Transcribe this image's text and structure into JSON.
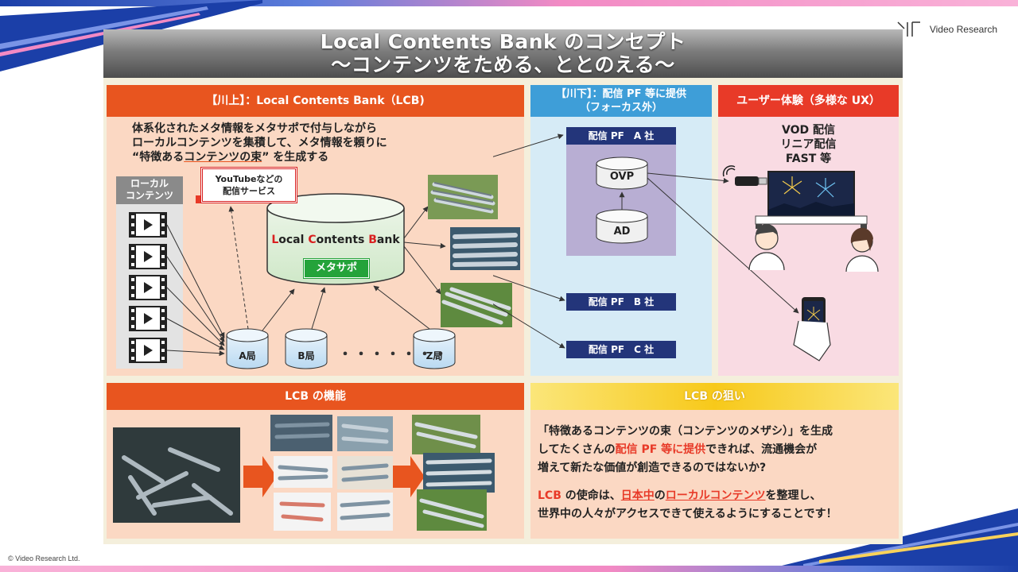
{
  "slide": {
    "title_line1": "Local Contents Bank のコンセプト",
    "title_line2": "～コンテンツをためる、ととのえる～"
  },
  "logo": {
    "text": "Video Research"
  },
  "copyright": "© Video Research Ltd.",
  "upstream": {
    "header": "【川上】：Local Contents Bank（LCB)",
    "desc_line1": "体系化されたメタ情報をメタサポで付与しながら",
    "desc_line2": "ローカルコンテンツを集積して、メタ情報を頼りに",
    "desc_line3_pre": "“特徴ある",
    "desc_line3_em": "コンテンツの束",
    "desc_line3_post": "” を生成する",
    "local_head": "ローカル\nコンテンツ",
    "yt_box": "YouTubeなどの\n配信サービス",
    "lcb_L": "L",
    "lcb_ocal": "ocal ",
    "lcb_C": "C",
    "lcb_ontents": "ontents ",
    "lcb_B": "B",
    "lcb_ank": "ank",
    "metasapo": "メタサポ",
    "stations": [
      "A局",
      "B局",
      "Z局"
    ],
    "dots": "・・・・・・・"
  },
  "downstream": {
    "header": "【川下】：配信 PF 等に提供\n（フォーカス外）",
    "pf_a": "配信 PF　A 社",
    "pf_b": "配信 PF　B 社",
    "pf_c": "配信 PF　C 社",
    "ovp": "OVP",
    "ad": "AD"
  },
  "ux": {
    "header": "ユーザー体験（多様な UX）",
    "line1": "VOD 配信",
    "line2": "リニア配信",
    "line3": "FAST 等"
  },
  "function": {
    "header": "LCB の機能"
  },
  "goal": {
    "header": "LCB の狙い",
    "l1": "「特徴あるコンテンツの束（コンテンツのメザシ）」を生成",
    "l2_pre": "してたくさんの",
    "l2_red": "配信 PF 等に提供",
    "l2_post": "できれば、流通機会が",
    "l3": "増えて新たな価値が創造できるのではないか?",
    "l4_a": "LCB",
    "l4_b": " の使命は、",
    "l4_c": "日本中",
    "l4_d": "の",
    "l4_e": "ローカルコンテンツ",
    "l4_f": "を整理し、",
    "l5": "世界中の人々がアクセスできて使えるようにすることです！"
  },
  "colors": {
    "orange": "#e8551f",
    "blue": "#3e9ed8",
    "red": "#e83a28",
    "yellow": "#f7c91a",
    "navy": "#23357a",
    "green": "#24a33a"
  }
}
